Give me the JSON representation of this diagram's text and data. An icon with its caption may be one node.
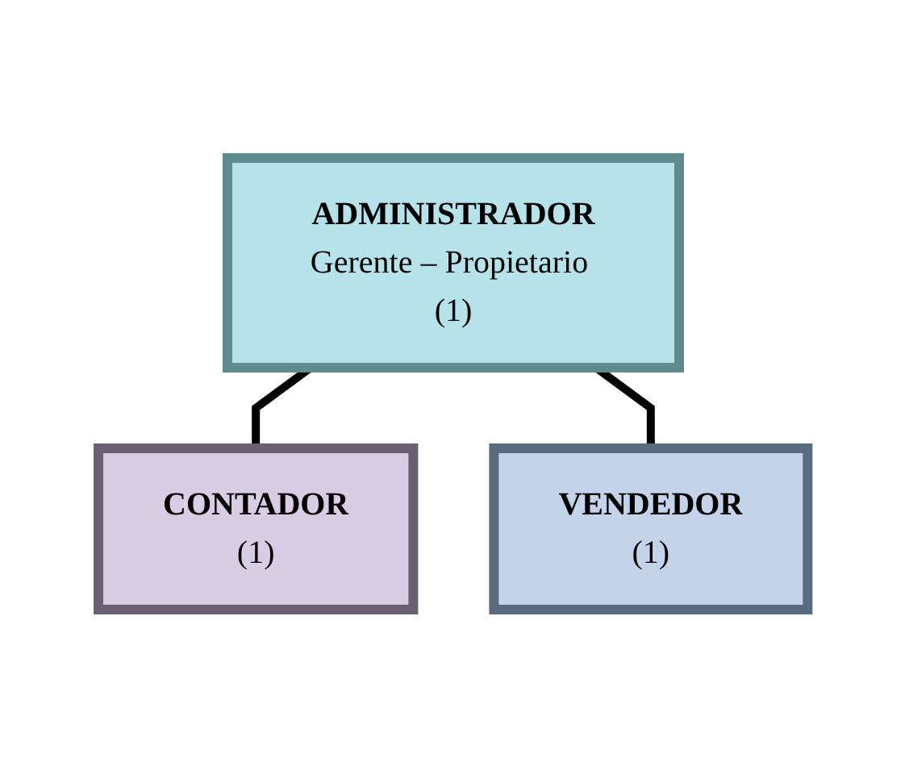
{
  "diagram": {
    "nodes": [
      {
        "text": [
          "ADMINISTRADOR",
          "Gerente – Propietario (1)"
        ]
      },
      {
        "text": [
          "CONTADOR",
          "(1)"
        ]
      },
      {
        "text": [
          "VENDEDOR",
          "(1)"
        ]
      }
    ],
    "edges": [
      {
        "from": 0,
        "to": 1,
        "arrow": "none"
      },
      {
        "from": 0,
        "to": 2,
        "arrow": "none"
      }
    ]
  }
}
